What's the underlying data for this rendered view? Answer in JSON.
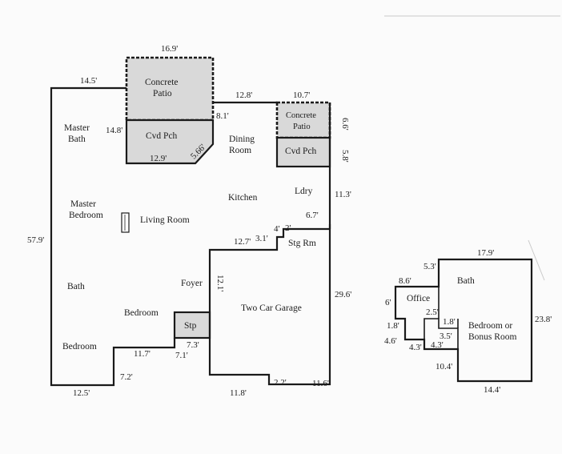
{
  "main_plan": {
    "rooms": {
      "concrete_patio_top_line1": "Concrete",
      "concrete_patio_top_line2": "Patio",
      "covered_porch_left": "Cvd Pch",
      "master_bath_line1": "Master",
      "master_bath_line2": "Bath",
      "dining_room_line1": "Dining",
      "dining_room_line2": "Room",
      "concrete_patio_right_line1": "Concrete",
      "concrete_patio_right_line2": "Patio",
      "covered_porch_right": "Cvd Pch",
      "kitchen": "Kitchen",
      "laundry": "Ldry",
      "master_bedroom_line1": "Master",
      "master_bedroom_line2": "Bedroom",
      "living_room": "Living Room",
      "storage_room": "Stg Rm",
      "foyer": "Foyer",
      "bath": "Bath",
      "garage": "Two Car Garage",
      "bedroom_mid": "Bedroom",
      "steps": "Stp",
      "bedroom_bottom": "Bedroom"
    },
    "dims": {
      "patio_top_width": "16.9'",
      "left_top_wall": "14.5'",
      "master_bath_wall": "14.8'",
      "porch_bottom": "12.9'",
      "porch_diagonal": "5.66'",
      "dining_offset": "8.1'",
      "dining_top": "12.8'",
      "right_patio_top": "10.7'",
      "right_patio_side": "6.6'",
      "right_porch_side": "5.8'",
      "laundry_side": "11.3'",
      "laundry_bottom": "6.7'",
      "step_a": "4'",
      "step_b": "2'",
      "step_c": "3.1'",
      "garage_top_left": "12.7'",
      "left_total": "57.9'",
      "garage_inner_side": "12.1'",
      "garage_right_side": "29.6'",
      "steps_side": "7.3'",
      "bottom_step_left": "11.7'",
      "bottom_step_right": "7.1'",
      "bottom_left_vertical": "7.2'",
      "bottom_left": "12.5'",
      "garage_bottom": "11.8'",
      "garage_notch": "2.2'",
      "garage_bottom_right": "11.6'"
    }
  },
  "annex_plan": {
    "rooms": {
      "office": "Office",
      "bath": "Bath",
      "bonus_line1": "Bedroom or",
      "bonus_line2": "Bonus Room"
    },
    "dims": {
      "top": "17.9'",
      "upper_left": "5.3'",
      "office_top": "8.6'",
      "left_side": "6'",
      "office_inner": "2.5'",
      "small_a": "1.8'",
      "small_b": "1.8'",
      "small_c": "3.5'",
      "left_lower": "4.6'",
      "notch_a": "4.3'",
      "notch_b": "4.3'",
      "inner_vertical": "10.4'",
      "right_side": "23.8'",
      "bottom": "14.4'"
    }
  }
}
